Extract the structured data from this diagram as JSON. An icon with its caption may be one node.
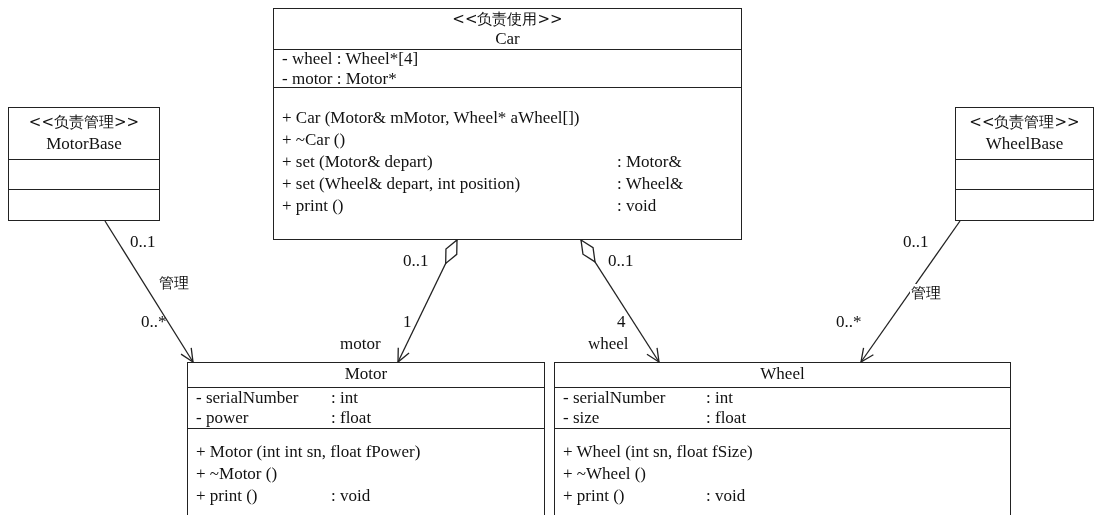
{
  "diagram": {
    "nodes": [
      {
        "text": [
          "<<负责使用>>",
          "Car",
          "- wheel : Wheel*[4]",
          "- motor : Motor*",
          "+ Car (Motor& mMotor, Wheel* aWheel[])",
          "+ ~Car ()",
          "+ set (Motor& depart)",
          ": Motor&",
          "+ set (Wheel& depart, int position)",
          ": Wheel&",
          "+ print ()",
          ": void"
        ]
      },
      {
        "text": [
          "<<负责管理>>",
          "MotorBase"
        ]
      },
      {
        "text": [
          "<<负责管理>>",
          "WheelBase"
        ]
      },
      {
        "text": [
          "Motor",
          "- serialNumber",
          ": int",
          "- power",
          ": float",
          "+ Motor (int int sn, float fPower)",
          "+ ~Motor ()",
          "+ print ()",
          ": void"
        ]
      },
      {
        "text": [
          "Wheel",
          "- serialNumber",
          ": int",
          "- size",
          ": float",
          "+ Wheel (int sn, float fSize)",
          "+ ~Wheel ()",
          "+ print ()",
          ": void"
        ]
      }
    ],
    "edges": [
      {
        "from": 0,
        "to": 3,
        "arrow": "to"
      },
      {
        "from": 0,
        "to": 4,
        "arrow": "to"
      },
      {
        "from": 1,
        "to": 3,
        "arrow": "to",
        "label": "管理"
      },
      {
        "from": 2,
        "to": 4,
        "arrow": "to",
        "label": "管理"
      }
    ],
    "labels": [
      "0..1",
      "0..1",
      "0..1",
      "0..1",
      "0..*",
      "1",
      "4",
      "0..*",
      "motor",
      "wheel"
    ]
  }
}
